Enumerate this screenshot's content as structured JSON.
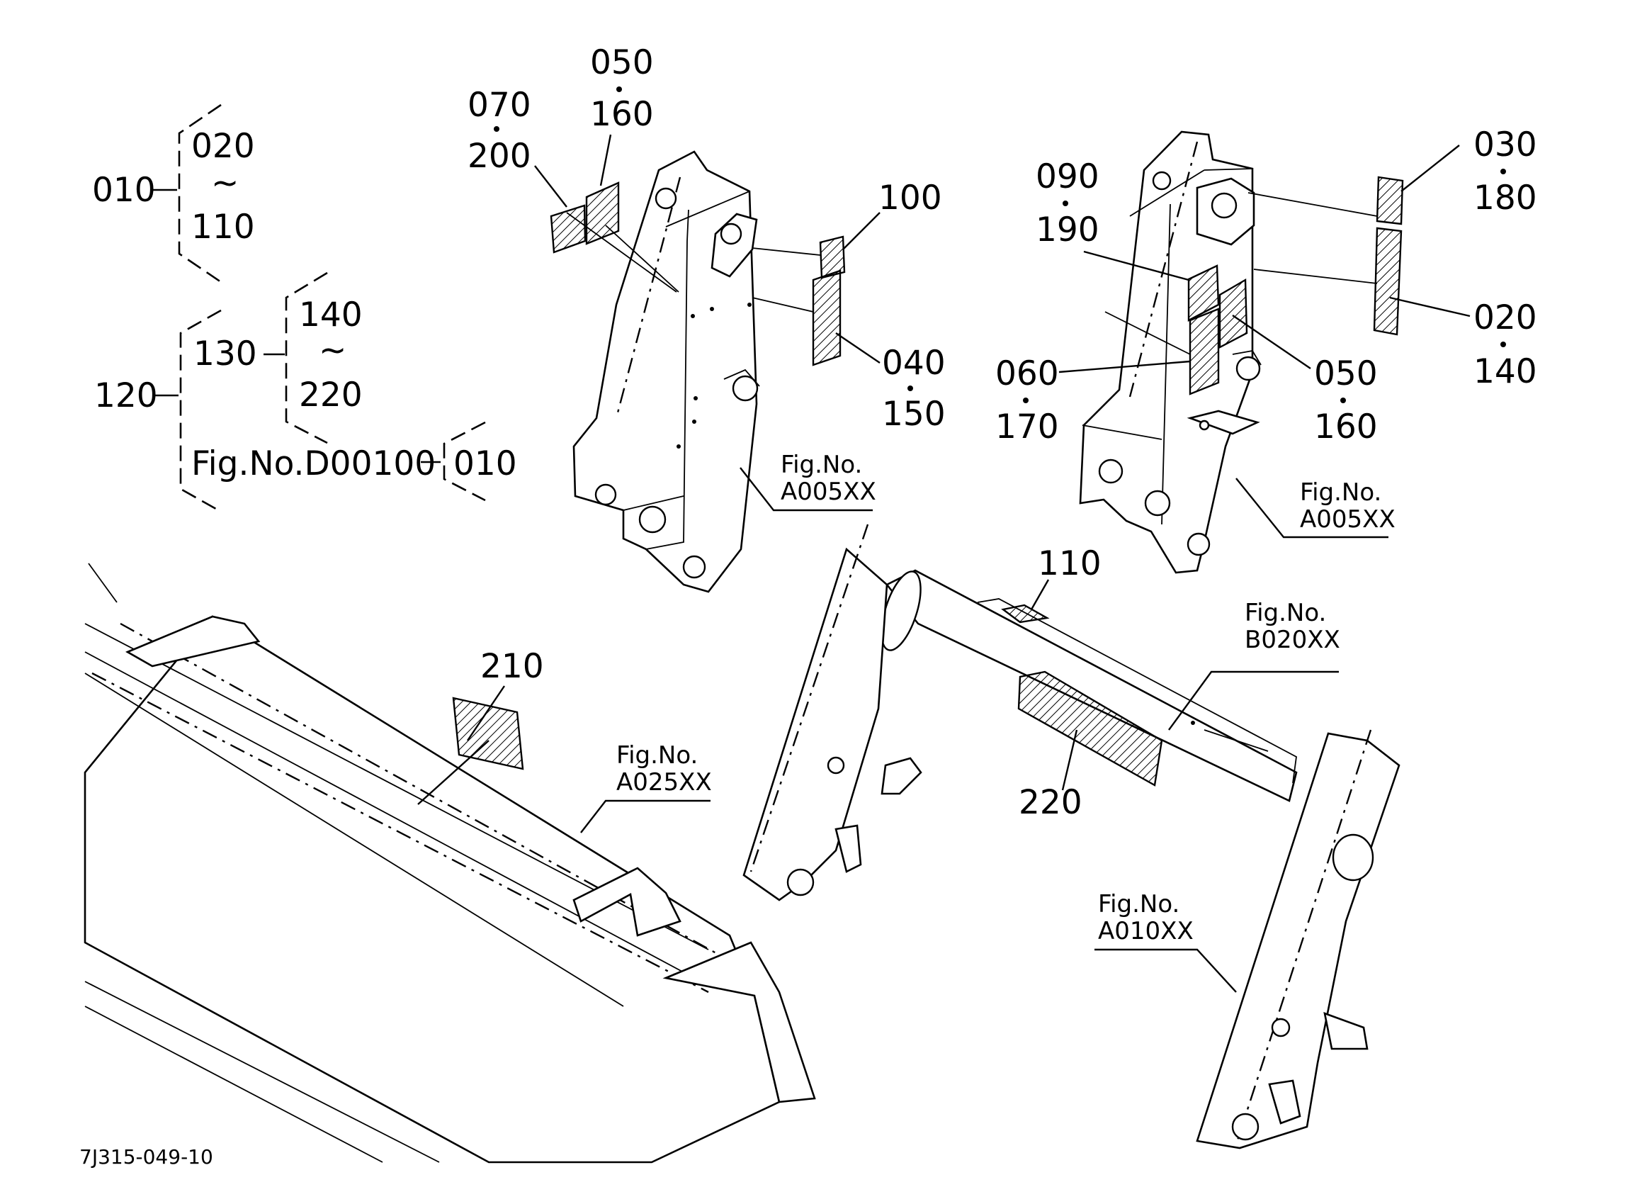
{
  "legend": {
    "group1": {
      "parent": "010",
      "from": "020",
      "range_mark": "~",
      "to": "110"
    },
    "group2": {
      "parent": "120",
      "child": "130",
      "from": "140",
      "range_mark": "~",
      "to": "220"
    },
    "ref": {
      "fig": "Fig.No.D00100",
      "item": "010"
    }
  },
  "callouts": {
    "c070_200": {
      "top": "070",
      "bottom": "200"
    },
    "c050_160_left": {
      "top": "050",
      "bottom": "160"
    },
    "c100": "100",
    "c040_150": {
      "top": "040",
      "bottom": "150"
    },
    "c090_190": {
      "top": "090",
      "bottom": "190"
    },
    "c060_170": {
      "top": "060",
      "bottom": "170"
    },
    "c050_160_right": {
      "top": "050",
      "bottom": "160"
    },
    "c030_180": {
      "top": "030",
      "bottom": "180"
    },
    "c020_140": {
      "top": "020",
      "bottom": "140"
    },
    "c110": "110",
    "c210": "210",
    "c220": "220"
  },
  "fig_refs": {
    "left_arm": {
      "line1": "Fig.No.",
      "line2": "A005XX"
    },
    "right_arm": {
      "line1": "Fig.No.",
      "line2": "A005XX"
    },
    "crossbar": {
      "line1": "Fig.No.",
      "line2": "B020XX"
    },
    "bucket": {
      "line1": "Fig.No.",
      "line2": "A025XX"
    },
    "frame": {
      "line1": "Fig.No.",
      "line2": "A010XX"
    }
  },
  "drawing_code": "7J315-049-10"
}
